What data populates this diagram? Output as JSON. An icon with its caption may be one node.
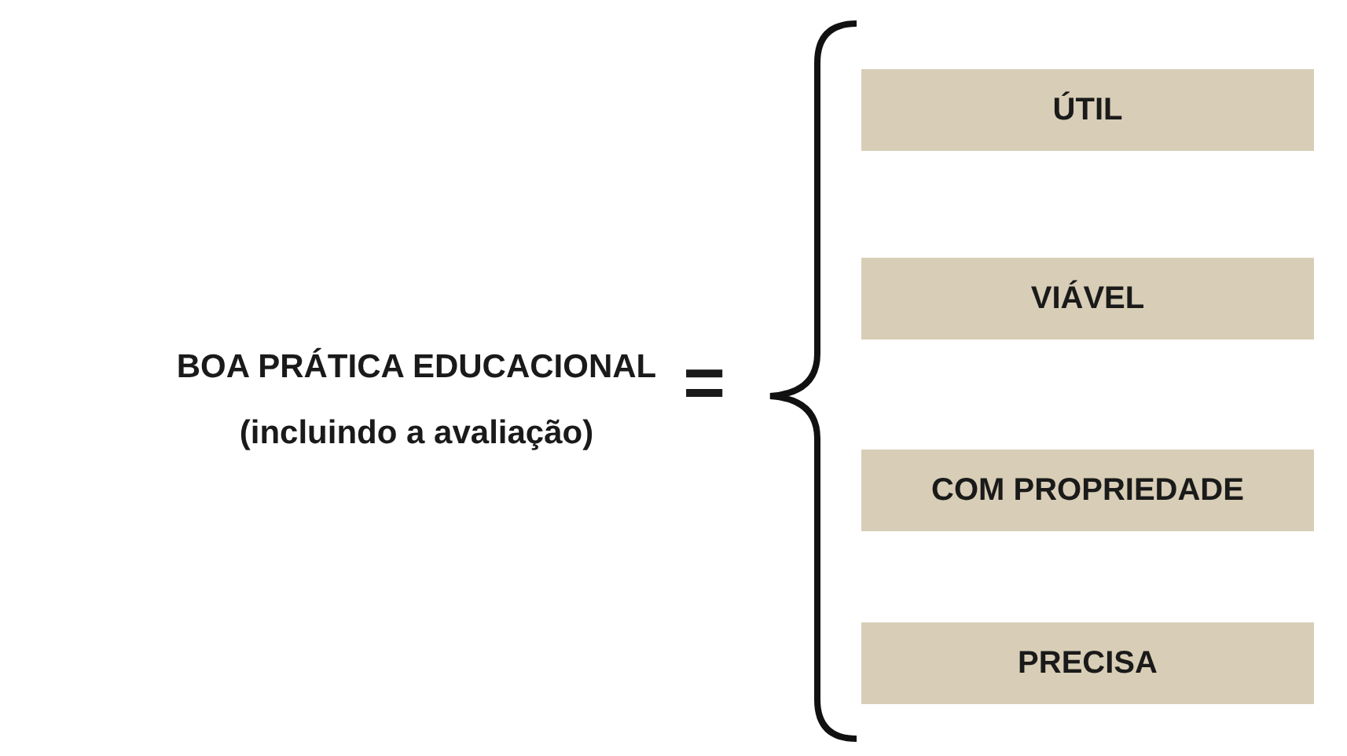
{
  "diagram": {
    "nodes": [
      {
        "text": [
          "ÚTIL"
        ]
      },
      {
        "text": [
          "VIÁVEL"
        ]
      },
      {
        "text": [
          "COM PROPRIEDADE"
        ]
      },
      {
        "text": [
          "PRECISA"
        ]
      }
    ],
    "labels": [
      "BOA PRÁTICA EDUCACIONAL",
      "(incluindo a avaliação)",
      "="
    ]
  }
}
